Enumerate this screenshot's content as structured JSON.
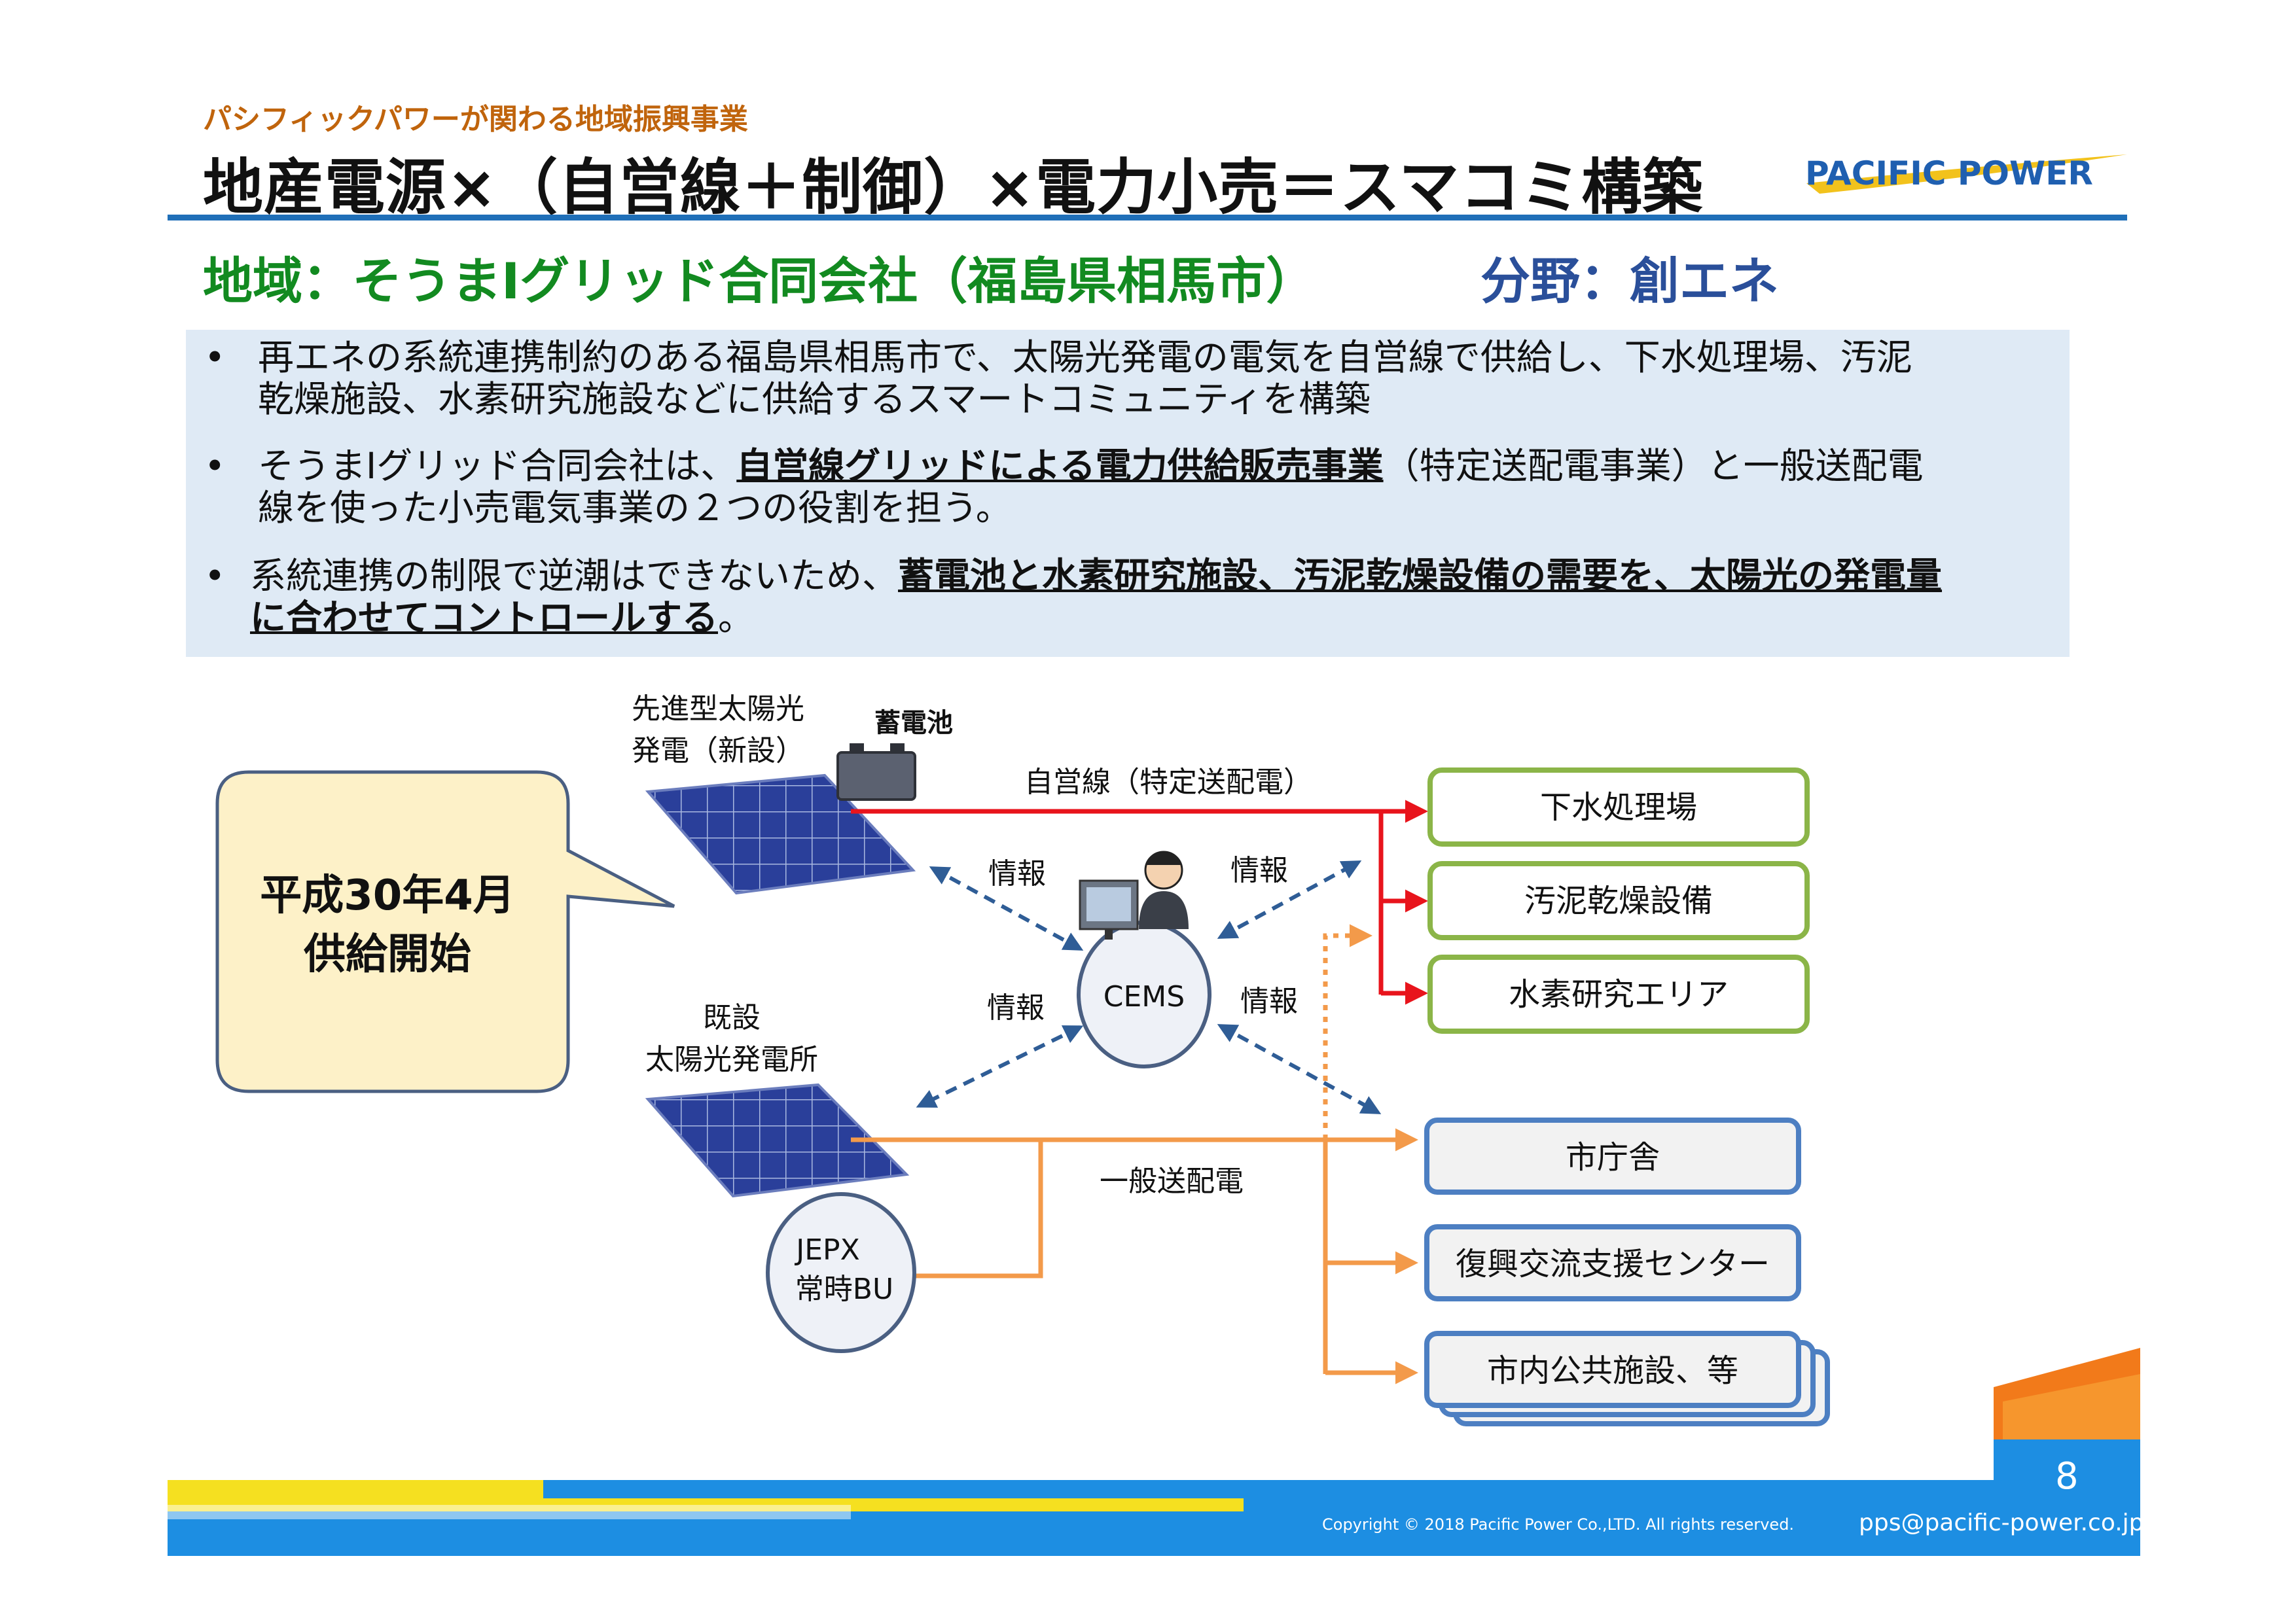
{
  "header": {
    "supertitle": "パシフィックパワーが関わる地域振興事業",
    "title": "地産電源×（自営線＋制御）×電力小売＝スマコミ構築",
    "logo_text": "PACIFIC POWER"
  },
  "subheader": {
    "region": "地域：そうまIグリッド合同会社（福島県相馬市）",
    "field": "分野：創エネ"
  },
  "bullets": [
    {
      "marker": "•",
      "line1": "再エネの系統連携制約のある福島県相馬市で、太陽光発電の電気を自営線で供給し、下水処理場、汚泥",
      "line2": "乾燥施設、水素研究施設などに供給するスマートコミュニティを構築"
    },
    {
      "marker": "•",
      "pre": "そうまIグリッド合同会社は、",
      "bold": "自営線グリッドによる電力供給販売事業",
      "post": "（特定送配電事業）と一般送配電",
      "line2": "線を使った小売電気事業の２つの役割を担う。"
    },
    {
      "marker": "•",
      "pre": "系統連携の制限で逆潮はできないため、",
      "bold1": "蓄電池と水素研究施設、汚泥乾燥設備の需要を、太陽光の発電量",
      "bold2": "に合わせてコントロールする",
      "post": "。"
    }
  ],
  "diagram": {
    "callout_line1": "平成30年4月",
    "callout_line2": "供給開始",
    "new_solar_line1": "先進型太陽光",
    "new_solar_line2": "発電（新設）",
    "battery_label": "蓄電池",
    "existing_line1": "既設",
    "existing_line2": "太陽光発電所",
    "private_line_label": "自営線（特定送配電）",
    "general_line_label": "一般送配電",
    "info_label": "情報",
    "cems_label": "CEMS",
    "jepx_line1": "JEPX",
    "jepx_line2": "常時BU",
    "red_boxes": [
      "下水処理場",
      "汚泥乾燥設備",
      "水素研究エリア"
    ],
    "orange_boxes": [
      "市庁舎",
      "復興交流支援センター",
      "市内公共施設、等"
    ]
  },
  "footer": {
    "copyright": "Copyright © 2018 Pacific Power Co.,LTD.  All rights reserved.",
    "email": "pps@pacific-power.co.jp",
    "page": "8"
  },
  "colors": {
    "title_rule": "#1f6fb8",
    "region_green": "#128a20",
    "field_blue": "#2a4f9a",
    "private_line_red": "#e8141c",
    "general_line_orange": "#f39a4a",
    "box_green": "#8bb548",
    "box_blue": "#4d7fc2",
    "info_arrow": "#2f5d96"
  },
  "icons": [
    "solar-panel-icon",
    "battery-icon",
    "operator-computer-icon"
  ]
}
